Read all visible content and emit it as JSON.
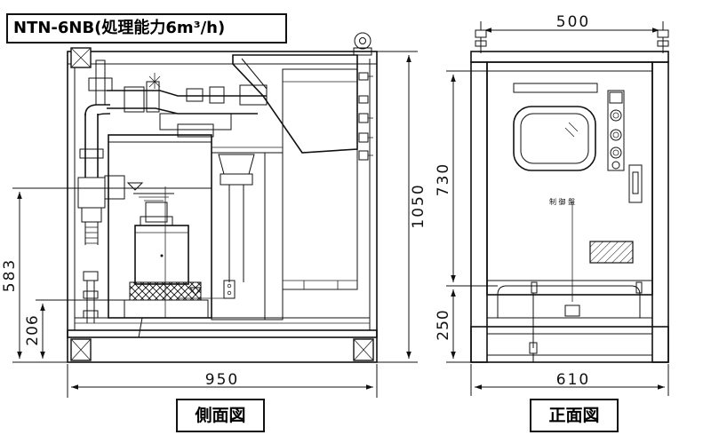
{
  "model_label": "NTN-6NB(処理能力6m³/h)",
  "views": {
    "side": "側面図",
    "front": "正面図"
  },
  "panel_label": "制 御 盤",
  "dimensions": {
    "side_width": "950",
    "side_height": "1050",
    "side_pump_height": "583",
    "side_base_height": "206",
    "front_top_width": "500",
    "front_bottom_width": "610",
    "front_panel_height": "730",
    "front_base_height": "250"
  }
}
